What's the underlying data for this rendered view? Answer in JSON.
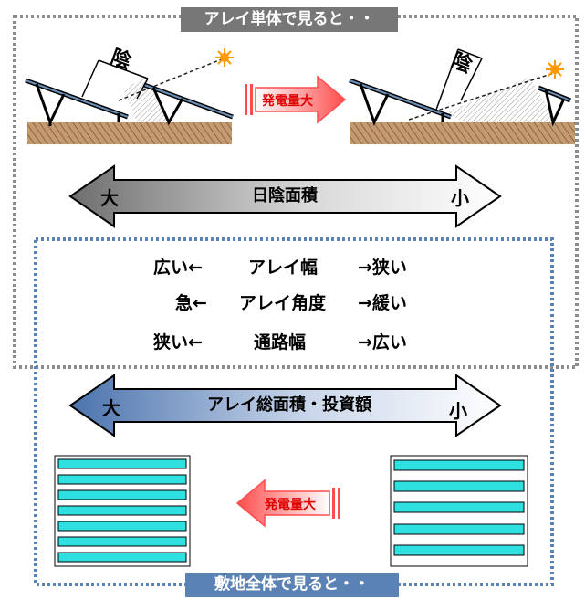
{
  "top_title": "アレイ単体で見ると・・",
  "bottom_title": "敷地全体で見ると・・",
  "shade_label": "陰",
  "generation_label": "発電量大",
  "shade_area_arrow": {
    "label": "日陰面積",
    "left": "大",
    "right": "小"
  },
  "investment_arrow": {
    "label": "アレイ総面積・投資額",
    "left": "大",
    "right": "小"
  },
  "rows": [
    {
      "left": "広い←",
      "center": "アレイ幅",
      "right": "→狭い"
    },
    {
      "left": "急←",
      "center": "アレイ角度",
      "right": "→緩い"
    },
    {
      "left": "狭い←",
      "center": "通路幅",
      "right": "→広い"
    }
  ],
  "colors": {
    "gray_border": "#8c8c8c",
    "blue_border": "#5b82b5",
    "gen_arrow": "#ff5a5a",
    "cyan_bar": "#2fe0e0",
    "ground": "#a47a52"
  }
}
